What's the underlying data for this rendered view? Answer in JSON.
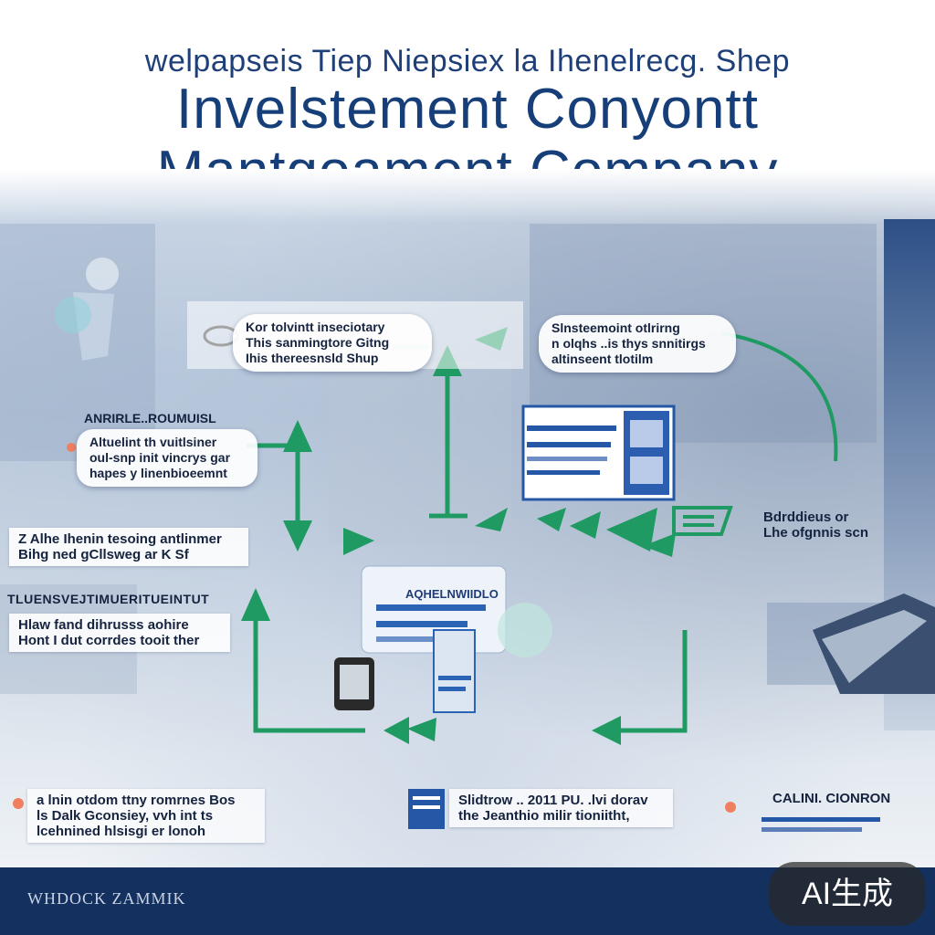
{
  "header": {
    "subtitle": "welpapseis Tiep Niepsiex la Ihenelrecg. Shep",
    "title_line1": "Invelstement Conyontt",
    "title_line2": "Mantgoament Company"
  },
  "boxes": {
    "top_left": [
      "Kor tolvintt inseciotary",
      "This sanmingtore Gitng",
      "Ihis thereesnsld Shup"
    ],
    "top_right": [
      "Slnsteemoint otlrirng",
      "n olqhs ..is thys snnitirgs",
      "altinseent tlotilm"
    ],
    "mid_left_heading": "ANRIRLE..ROUMUISL",
    "mid_left": [
      "Altuelint th vuitlsiner",
      "oul-snp init vincrys gar",
      "hapes y linenbioeemnt"
    ],
    "left_two": [
      "Z Alhe Ihenin tesoing antlinmer",
      "Bihg ned gCllsweg ar K Sf"
    ],
    "left_heading": "TLUENSVEJTIMUERITUEINTUT",
    "left_three": [
      "Hlaw fand dihrusss aohire",
      "Hont I dut corrdes tooit ther"
    ],
    "right_mid": [
      "Bdrddieus or",
      "Lhe ofgnnis scn"
    ],
    "bottom_left": [
      "a lnin otdom ttny romrnes Bos",
      "ls Dalk Gconsiey, vvh int ts",
      "lcehnined hlsisgi er lonoh"
    ],
    "bottom_mid": [
      "Slidtrow .. 2011 PU. .lvi dorav",
      "the Jeanthio milir tioniitht,"
    ],
    "bottom_right": "CALINI. CIONRON",
    "monitor_label": "AQHELNWIIDLO"
  },
  "footer": {
    "left_text": "WHDOCK ZAMMIK",
    "ai_badge": "AI生成"
  },
  "colors": {
    "title": "#163e78",
    "arrow_green": "#1e9a62",
    "footer_bg": "#14305e",
    "panel_blue": "#2557a7"
  }
}
